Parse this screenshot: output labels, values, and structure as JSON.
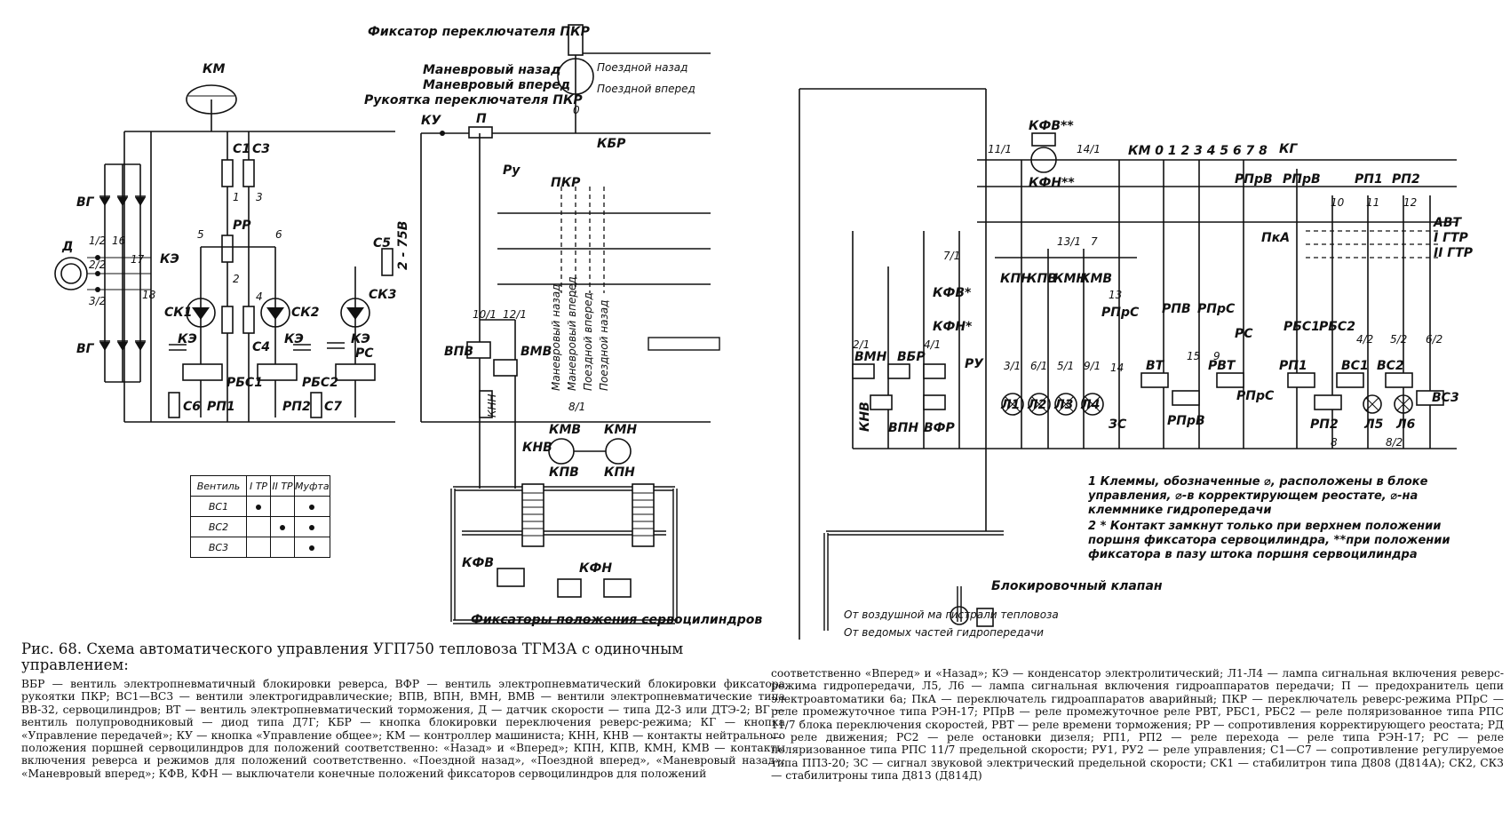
{
  "labels": {
    "fix_pkr": "Фиксатор переключателя ПКР",
    "man_nazad": "Маневровый назад",
    "man_vpered": "Маневровый вперед",
    "ruk_pkr": "Рукоятка переключателя ПКР",
    "poezd_nazad": "Поездной назад",
    "poezd_vpered": "Поездной вперед",
    "km": "КМ",
    "vg": "ВГ",
    "d": "Д",
    "ke": "КЭ",
    "c1": "С1",
    "c3": "С3",
    "c4": "С4",
    "c5": "С5",
    "c6": "С6",
    "c7": "С7",
    "rr": "РР",
    "sk1": "СК1",
    "sk2": "СК2",
    "sk3": "СК3",
    "rbs1": "РБС1",
    "rbs2": "РБС2",
    "rp1": "РП1",
    "rp2": "РП2",
    "rs": "РС",
    "ku": "КУ",
    "p": "П",
    "kbr": "КБР",
    "ru": "Ру",
    "pkr": "ПКР",
    "v75": "2 - 75В",
    "vpv": "ВПВ",
    "vmv": "ВМВ",
    "knn": "КНН",
    "kmv": "КМВ",
    "kmn": "КМН",
    "knv": "КНВ",
    "kpv": "КПВ",
    "kpn": "КПН",
    "kfv": "КФВ",
    "kfn": "КФН",
    "fix_servo": "Фиксаторы положения сервоцилиндров",
    "kfv2": "КФВ**",
    "kfn2": "КФН**",
    "km_pos": "КМ 0 1 2 3 4 5 6 7 8",
    "kg": "КГ",
    "rprv": "РПрВ",
    "rp1b": "РП1",
    "rp2b": "РП2",
    "avt": "АВТ",
    "igtr": "I ГТР",
    "iigtr": "II ГТР",
    "pka": "ПкА",
    "kfv_star": "КФВ*",
    "kfn_star": "КФН*",
    "kpn2": "КПН",
    "kpv2": "КПВ",
    "kmn2": "КМН",
    "kmv2": "КМВ",
    "rprs": "РПрС",
    "rpv": "РПВ",
    "rs2": "РС",
    "l1": "Л1",
    "l2": "Л2",
    "l3": "Л3",
    "l4": "Л4",
    "l5": "Л5",
    "l6": "Л6",
    "zs": "ЗС",
    "vmn": "ВМН",
    "vbr": "ВБР",
    "ru2": "РУ",
    "vt": "ВТ",
    "rvt": "РВТ",
    "rbs1b": "РБС1",
    "rbs2b": "РБС2",
    "vs1": "ВС1",
    "vs2": "ВС2",
    "vs3": "ВС3",
    "knv2": "КНВ",
    "vpn": "ВПН",
    "vfr": "ВФР",
    "block_valve": "Блокировочный клапан",
    "air_line": "От воздушной ма гистрали тепловоза",
    "driven": "От ведомых частей гидропередачи",
    "rprv2": "РПрВ",
    "rprs2": "РПрС",
    "rp1c": "РП1",
    "rp2c": "РП2"
  },
  "nodes": {
    "n_1_2": "1/2",
    "n_16": "16",
    "n_2_2": "2/2",
    "n_17": "17",
    "n_3_2": "3/2",
    "n_18": "18",
    "n_1": "1",
    "n_3": "3",
    "n_5": "5",
    "n_6": "6",
    "n_2": "2",
    "n_4": "4",
    "n_10_1": "10/1",
    "n_12_1": "12/1",
    "n_8_1": "8/1",
    "n_11_1": "11/1",
    "n_14_1": "14/1",
    "n_13_1": "13/1",
    "n_7": "7",
    "n_7_1": "7/1",
    "n_13": "13",
    "n_14": "14",
    "n_9": "9",
    "n_15": "15",
    "n_3_1": "3/1",
    "n_6_1": "6/1",
    "n_5_1": "5/1",
    "n_9_1": "9/1",
    "n_2_1": "2/1",
    "n_4_1": "4/1",
    "n_10": "10",
    "n_11": "11",
    "n_12": "12",
    "n_4_2": "4/2",
    "n_5_2": "5/2",
    "n_6_2": "6/2",
    "n_8": "8",
    "n_8_2": "8/2",
    "n_0": "0"
  },
  "valve_table": {
    "headers": [
      "Вентиль",
      "I ТР",
      "II ТР",
      "Муфта"
    ],
    "rows": [
      {
        "name": "ВС1",
        "marks": [
          true,
          false,
          true
        ]
      },
      {
        "name": "ВС2",
        "marks": [
          false,
          true,
          true
        ]
      },
      {
        "name": "ВС3",
        "marks": [
          false,
          false,
          true
        ]
      }
    ]
  },
  "notes": {
    "n1": "1 Клеммы, обозначенные ⌀, расположены в блоке управления, ⌀-в корректирующем реостате, ⌀-на клеммнике гидропередачи",
    "n2": "2 * Контакт замкнут только при верхнем положении поршня фиксатора сервоцилиндра, **при положении фиксатора в пазу штока поршня сервоцилиндра"
  },
  "caption": {
    "title": "Рис. 68. Схема автоматического управления УГП750 тепловоза ТГМ3А с одиночным управлением:",
    "legend_left": "ВБР — вентиль электропневматичный блокировки реверса, ВФР — вентиль электропневматический блокировки фиксатора рукоятки ПКР; ВС1—ВС3 — вентили электрогидравлические; ВПВ, ВПН, ВМН, ВМВ — вентили электропневматические типа ВВ-32, сервоцилиндров; ВТ — вентиль электропневматический торможения, Д — датчик скорости — типа Д2-3 или ДТЭ-2; ВГ — вентиль полупроводниковый — диод типа Д7Г; КБР — кнопка блокировки переключения реверс-режима; КГ — кнопка «Управление передачей»; КУ — кнопка «Управление общее»; КМ — контроллер машиниста; КНН, КНВ — контакты нейтрального положения поршней сервоцилиндров для положений соответственно: «Назад» и «Вперед»; КПН, КПВ, КМН, КМВ — контакты включения реверса и режимов для положений соответственно. «Поездной назад», «Поездной вперед», «Маневровый назад»; «Маневровый вперед»; КФВ, КФН — выключатели конечные положений фиксаторов сервоцилиндров для положений",
    "legend_right": "соответственно «Вперед» и «Назад»; КЭ — конденсатор электролитический; Л1-Л4 — лампа сигнальная включения реверс-режима гидропередачи, Л5, Л6 — лампа сигнальная включения гидроаппаратов передачи; П — предохранитель цепи электроавтоматики 6а; ПкА — переключатель гидроаппаратов аварийный; ПКР — переключатель реверс-режима РПрС — реле промежуточное типа РЭН-17; РПрВ — реле промежуточное реле РВТ, РБС1, РБС2 — реле поляризованное типа РПС 11/7 блока переключения скоростей, РВТ — реле времени торможения; РР — сопротивления корректирующего реостата; РД — реле движения; РС2 — реле остановки дизеля; РП1, РП2 — реле перехода — реле типа РЭН-17; РС — реле поляризованное типа РПС 11/7 предельной скорости; РУ1, РУ2 — реле управления; С1—С7 — сопротивление регулируемое типа ПП3-20; ЗС — сигнал звуковой электрический предельной скорости; СК1 — стабилитрон типа Д808 (Д814А); СК2, СК3 — стабилитроны типа Д813 (Д814Д)"
  }
}
